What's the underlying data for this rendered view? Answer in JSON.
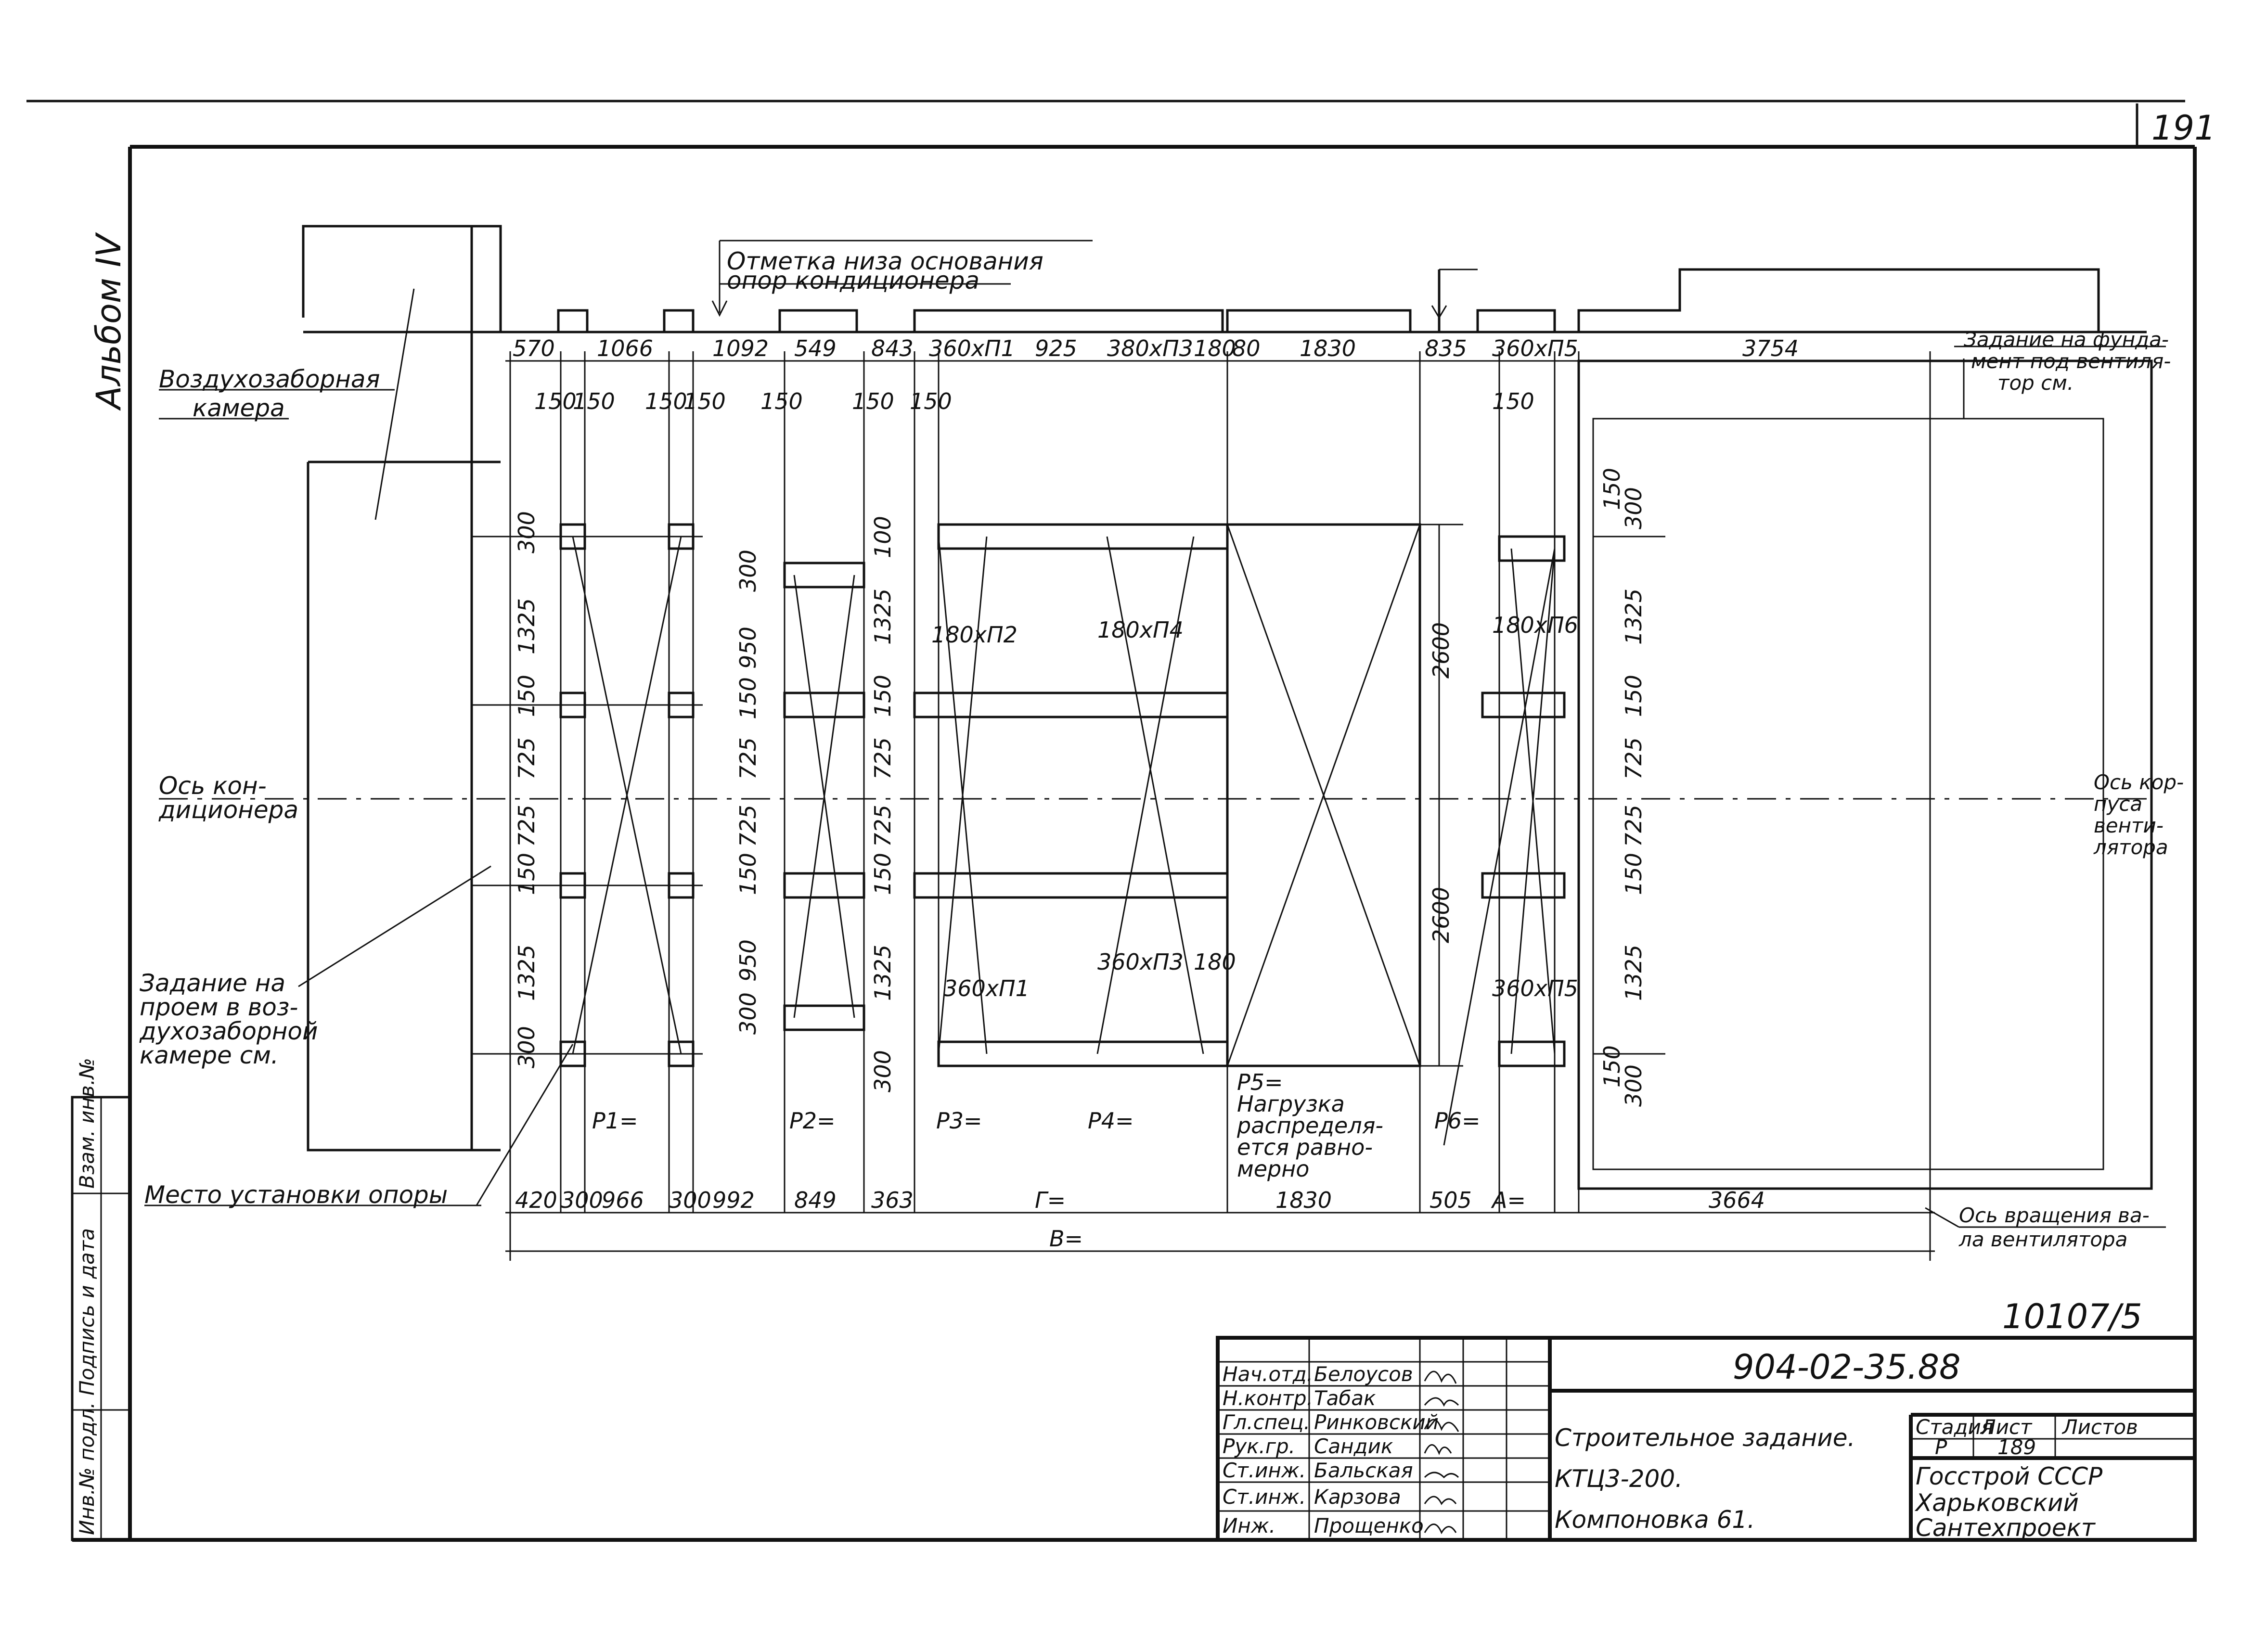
{
  "sheet": {
    "page_number": "191",
    "album_label": "Альбом IV",
    "inventory_number": "10107/5",
    "drawing_code": "904-02-35.88"
  },
  "notes": {
    "base_mark": "Отметка низа основания опор кондиционера",
    "intake_chamber": "Воздухозаборная камера",
    "conditioner_axis": "Ось кондиционера",
    "opening_task": "Задание на проем в воздухозаборной камере см.",
    "support_place": "Место установки опоры",
    "fan_foundation": "Задание на фундамент под вентилятор см.",
    "fan_body_axis": "Ось корпуса вентилятора",
    "fan_shaft_axis": "Ось вращения вала вентилятора",
    "load_note": "Р5= Нагрузка распределяется равномерно"
  },
  "dimensions": {
    "top_chain": [
      "570",
      "1066",
      "1092",
      "549",
      "843",
      "360хП1",
      "925",
      "380хП3",
      "180",
      "80",
      "1830",
      "835",
      "360хП5",
      "3754"
    ],
    "bottom_chain": [
      "420",
      "300",
      "966",
      "300",
      "992",
      "849",
      "363",
      "Г=",
      "1830",
      "505",
      "А=",
      "3664"
    ],
    "overall": "В=",
    "vertical_left": [
      "300",
      "1325",
      "150",
      "725",
      "725",
      "150",
      "1325",
      "300"
    ],
    "vertical_col2": [
      "300",
      "950",
      "150",
      "725",
      "725",
      "150",
      "950",
      "300"
    ],
    "vertical_col3": [
      "100",
      "1325",
      "150",
      "725",
      "725",
      "150",
      "1325",
      "300"
    ],
    "vertical_center": [
      "2600",
      "2600"
    ],
    "vertical_right": [
      "150",
      "300",
      "1325",
      "150",
      "725",
      "725",
      "150",
      "1325",
      "150",
      "300"
    ],
    "small_150": "150",
    "small_180": "180",
    "beam_labels": [
      "180хП2",
      "180хП4",
      "180хП6",
      "360хП1",
      "360хП3",
      "360хП5"
    ]
  },
  "loads": [
    "Р1=",
    "Р2=",
    "Р3=",
    "Р4=",
    "Р6="
  ],
  "title_block": {
    "roles": [
      "Нач.отд.",
      "Н.контр.",
      "Гл.спец.",
      "Рук.гр.",
      "Ст.инж.",
      "Ст.инж.",
      "Инж."
    ],
    "names": [
      "Белоусов",
      "Табак",
      "Ринковский",
      "Сандик",
      "Бальская",
      "Карзова",
      "Прощенко"
    ],
    "title_line1": "Строительное задание.",
    "title_line2": "КТЦ3-200.",
    "title_line3": "Компоновка 61.",
    "stage_header": "Стадия",
    "sheet_header": "Лист",
    "sheets_header": "Листов",
    "stage": "Р",
    "sheet_no": "189",
    "org_line1": "Госстрой СССР",
    "org_line2": "Харьковский",
    "org_line3": "Сантехпроект"
  },
  "side_stamp": [
    "Инв.№ подл.",
    "Подпись и дата",
    "Взам. инв.№"
  ]
}
